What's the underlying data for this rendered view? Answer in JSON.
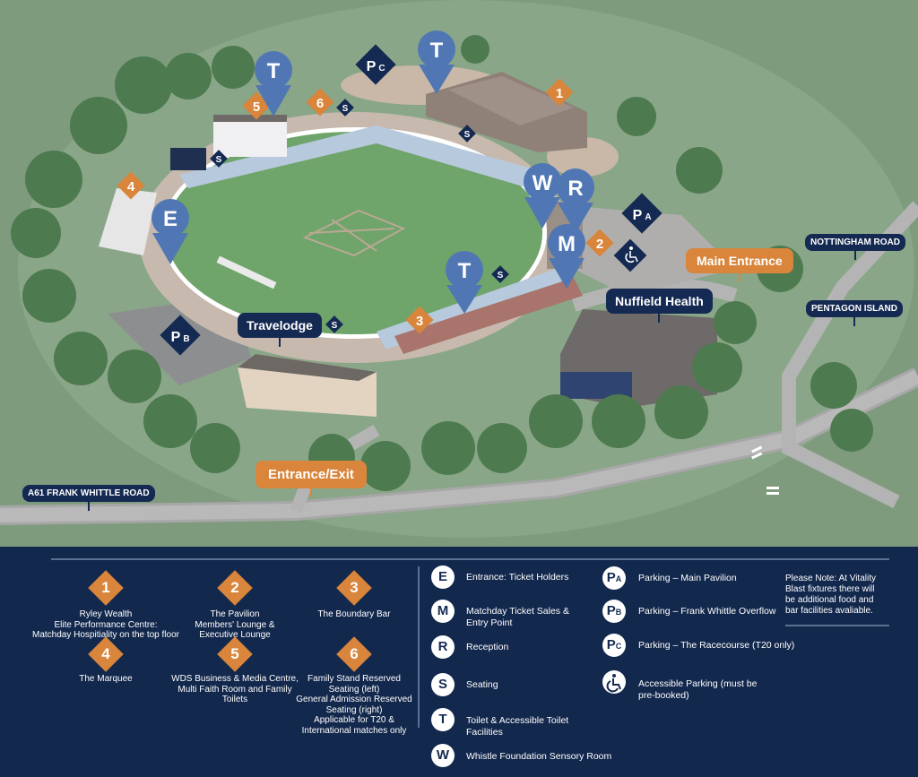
{
  "map": {
    "labels": {
      "travelodge": "Travelodge",
      "nuffield": "Nuffield Health",
      "main_entrance": "Main Entrance",
      "entrance_exit": "Entrance/Exit",
      "nottingham_road": "NOTTINGHAM ROAD",
      "pentagon_island": "PENTAGON ISLAND",
      "a61": "A61 FRANK WHITTLE ROAD"
    },
    "pins": {
      "toilet": "T",
      "entrance": "E",
      "whistle": "W",
      "reception": "R",
      "matchday": "M",
      "seating": "S"
    },
    "parking": {
      "pa_main": "P",
      "pa_sub": "A",
      "pb_main": "P",
      "pb_sub": "B",
      "pc_main": "P",
      "pc_sub": "C"
    },
    "numbers": [
      "1",
      "2",
      "3",
      "4",
      "5",
      "6"
    ]
  },
  "legend": {
    "numbered": [
      {
        "num": "1",
        "text": "Ryley Wealth\nElite Performance Centre:\nMatchday Hospitiality on the top floor"
      },
      {
        "num": "2",
        "text": "The Pavilion\nMembers' Lounge &\nExecutive Lounge"
      },
      {
        "num": "3",
        "text": "The Boundary Bar"
      },
      {
        "num": "4",
        "text": "The Marquee"
      },
      {
        "num": "5",
        "text": "WDS Business & Media Centre,\nMulti Faith Room and Family\nToilets"
      },
      {
        "num": "6",
        "text": "Family Stand Reserved\nSeating (left)\nGeneral Admission Reserved\nSeating (right)\nApplicable for T20 &\nInternational matches only"
      }
    ],
    "letters": [
      {
        "icon": "E",
        "text": "Entrance: Ticket Holders"
      },
      {
        "icon": "M",
        "text": "Matchday Ticket Sales &\nEntry Point"
      },
      {
        "icon": "R",
        "text": "Reception"
      },
      {
        "icon": "S",
        "text": "Seating"
      },
      {
        "icon": "T",
        "text": "Toilet & Accessible Toilet\nFacilities"
      },
      {
        "icon": "W",
        "text": "Whistle Foundation Sensory Room"
      }
    ],
    "parking": [
      {
        "icon": "P",
        "sub": "A",
        "text": "Parking – Main Pavilion"
      },
      {
        "icon": "P",
        "sub": "B",
        "text": "Parking – Frank Whittle Overflow"
      },
      {
        "icon": "P",
        "sub": "C",
        "text": "Parking – The Racecourse (T20 only)"
      },
      {
        "icon": "accessible",
        "sub": "",
        "text": "Accessible Parking (must be\npre-booked)"
      }
    ],
    "note": "Please Note:  At Vitality\nBlast fixtures there will\nbe additional food and\nbar facilities avaliable."
  },
  "colors": {
    "navy": "#152a52",
    "orange": "#d9853b",
    "pin_blue": "#5077b4",
    "pitch": "#6fa46b",
    "land": "#7e9a7c"
  }
}
